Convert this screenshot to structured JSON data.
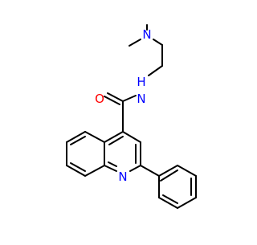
{
  "molecule": {
    "atoms": {
      "N1": {
        "symbol": "N",
        "color": "#0000ff"
      },
      "N2": {
        "symbol": "N",
        "color": "#0000ff"
      },
      "O": {
        "symbol": "O",
        "color": "#ff0000"
      },
      "H": {
        "symbol": "H",
        "color": "#0000ff"
      },
      "N3": {
        "symbol": "N",
        "color": "#0000ff"
      }
    },
    "bond_color": "#000000",
    "label_bg": "#ffffff"
  }
}
